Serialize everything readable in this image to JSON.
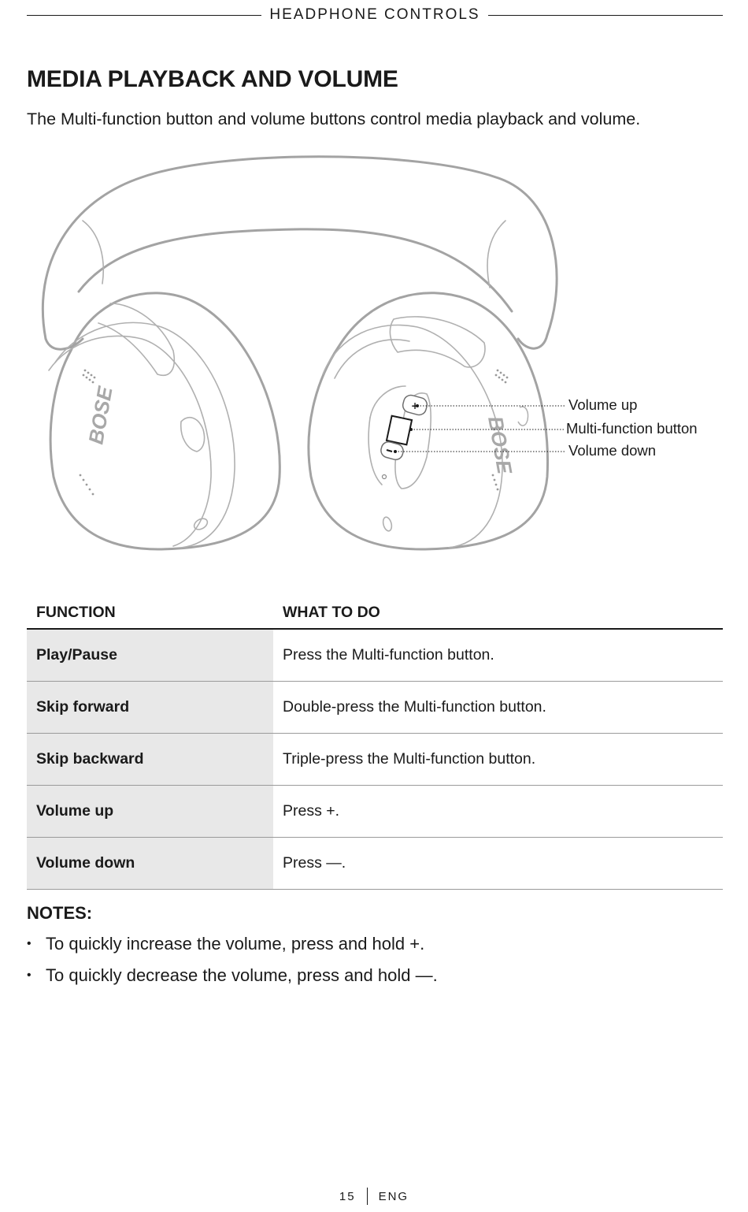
{
  "header": {
    "section": "HEADPHONE CONTROLS"
  },
  "page": {
    "title": "MEDIA PLAYBACK AND VOLUME",
    "intro": "The Multi-function button and volume buttons control media playback and volume."
  },
  "illustration": {
    "brand": "BOSE",
    "callouts": {
      "volume_up": "Volume up",
      "multi_function": "Multi-function button",
      "volume_down": "Volume down"
    }
  },
  "table": {
    "headers": [
      "FUNCTION",
      "WHAT TO DO"
    ],
    "rows": [
      {
        "function": "Play/Pause",
        "action": "Press the Multi-function button."
      },
      {
        "function": "Skip forward",
        "action": "Double-press the Multi-function button."
      },
      {
        "function": "Skip backward",
        "action": "Triple-press the Multi-function button."
      },
      {
        "function": "Volume up",
        "action": "Press +."
      },
      {
        "function": "Volume down",
        "action": "Press —."
      }
    ]
  },
  "notes": {
    "title": "NOTES:",
    "items": [
      "To quickly increase the volume, press and hold +.",
      "To quickly decrease the volume, press and hold —."
    ]
  },
  "footer": {
    "page_number": "15",
    "language": "ENG"
  }
}
